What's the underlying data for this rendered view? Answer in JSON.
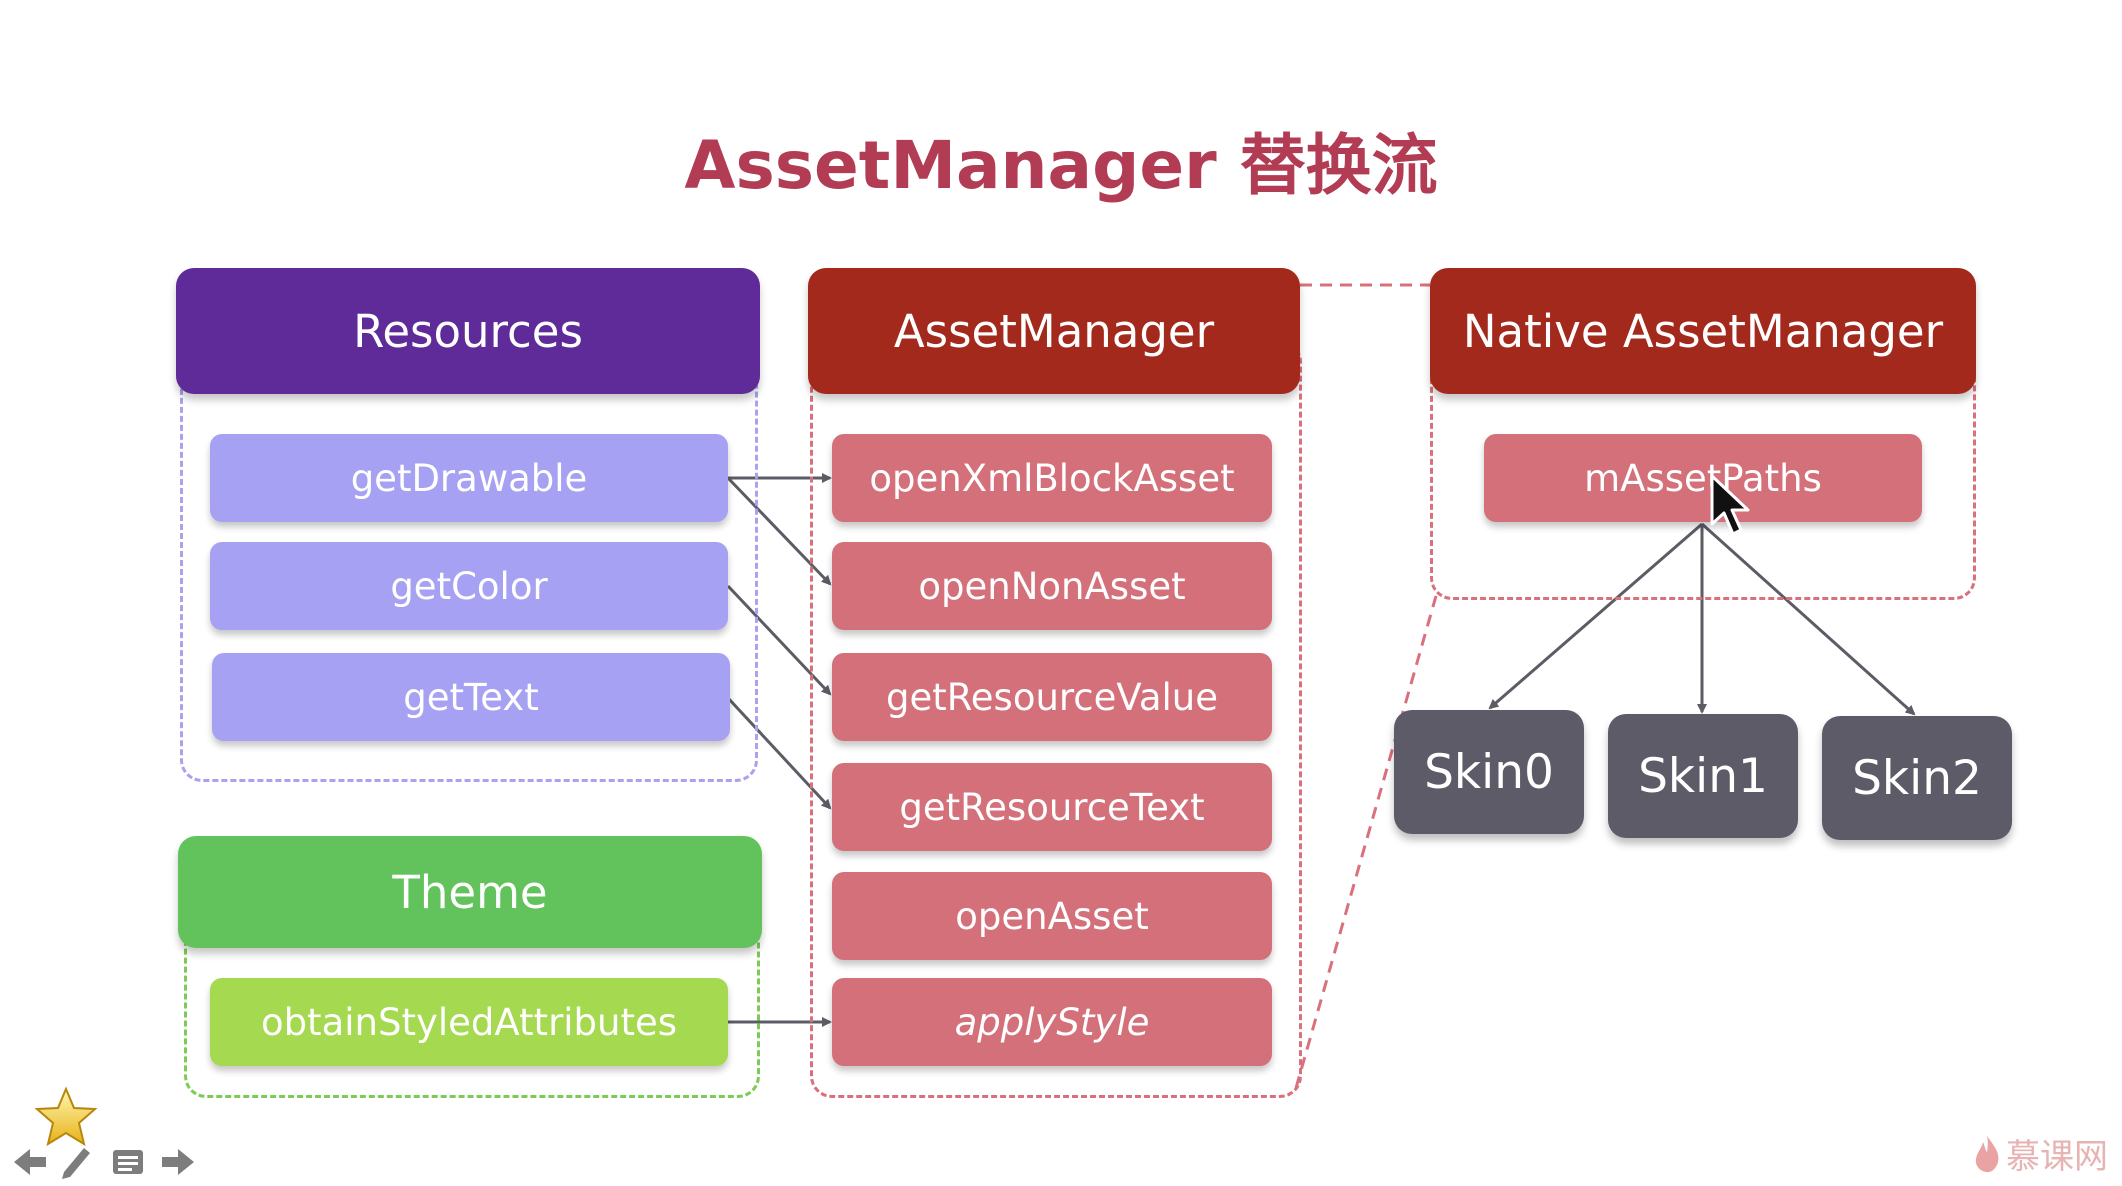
{
  "title": "AssetManager 替换流",
  "resources": {
    "header": "Resources",
    "items": [
      "getDrawable",
      "getColor",
      "getText"
    ]
  },
  "theme": {
    "header": "Theme",
    "items": [
      "obtainStyledAttributes"
    ]
  },
  "asset_manager": {
    "header": "AssetManager",
    "items": [
      "openXmlBlockAsset",
      "openNonAsset",
      "getResourceValue",
      "getResourceText",
      "openAsset",
      "applyStyle"
    ]
  },
  "native_asset_manager": {
    "header": "Native AssetManager",
    "items": [
      "mAssetPaths"
    ]
  },
  "skins": [
    "Skin0",
    "Skin1",
    "Skin2"
  ],
  "watermark": "慕课网",
  "nav": {
    "icons": [
      "star-icon",
      "back-arrow-icon",
      "pen-icon",
      "notes-icon",
      "forward-arrow-icon"
    ]
  },
  "colors": {
    "title": "#b23c54",
    "resources_header": "#5f2b98",
    "resources_item": "#a7a1f3",
    "asset_manager_header": "#a3291c",
    "asset_manager_item": "#d4707a",
    "theme_header": "#62c35d",
    "theme_item": "#a5d94f",
    "skin": "#5e5b68"
  }
}
